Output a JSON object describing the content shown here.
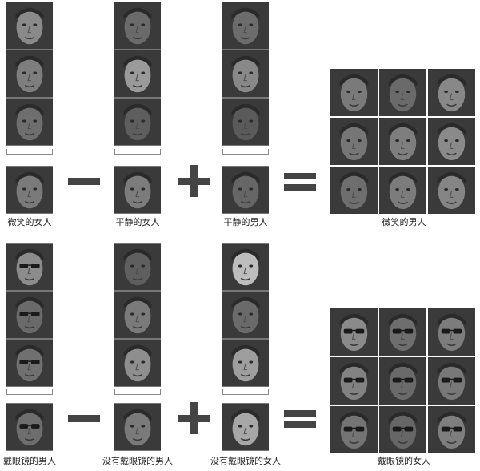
{
  "rows": [
    {
      "name": "row-smile",
      "columns": [
        {
          "label": "微笑的女人",
          "inputs": [
            "#8a8a8a",
            "#7e7e7e",
            "#6e6e6e"
          ],
          "result": "#7a7a7a"
        },
        {
          "label": "平静的女人",
          "inputs": [
            "#6a6a6a",
            "#9a9a9a",
            "#5e5e5e"
          ],
          "result": "#7c7c7c"
        },
        {
          "label": "平静的男人",
          "inputs": [
            "#6c6c6c",
            "#888888",
            "#5a5a5a"
          ],
          "result": "#666666"
        }
      ],
      "output_label": "微笑的男人",
      "output_tones": [
        "#7a7a7a",
        "#6a6a6a",
        "#888888",
        "#767676",
        "#7e7e7e",
        "#8a8a8a",
        "#6e6e6e",
        "#7c7c7c",
        "#858585"
      ],
      "glasses": false
    },
    {
      "name": "row-glasses",
      "columns": [
        {
          "label": "戴眼镜的男人",
          "inputs": [
            "#8c8c8c",
            "#6a6a6a",
            "#707070"
          ],
          "result": "#6e6e6e"
        },
        {
          "label": "没有戴眼镜的男人",
          "inputs": [
            "#5f5f5f",
            "#7a7a7a",
            "#8e8e8e"
          ],
          "result": "#7a7a7a"
        },
        {
          "label": "没有戴眼镜的女人",
          "inputs": [
            "#bdbdbd",
            "#6a6a6a",
            "#9e9e9e"
          ],
          "result": "#a7a7a7"
        }
      ],
      "output_label": "戴眼镜的女人",
      "output_tones": [
        "#8a8a8a",
        "#6e6e6e",
        "#7c7c7c",
        "#828282",
        "#6a6a6a",
        "#787878",
        "#747474",
        "#666666",
        "#7e7e7e"
      ],
      "glasses": true
    }
  ],
  "operators": [
    "minus-icon",
    "plus-icon",
    "equals-icon"
  ]
}
